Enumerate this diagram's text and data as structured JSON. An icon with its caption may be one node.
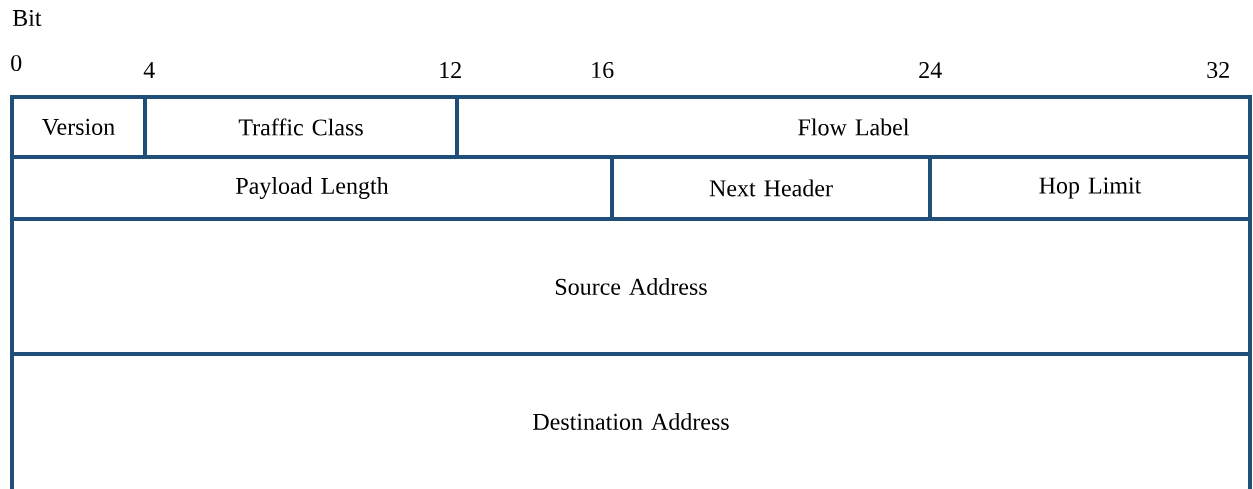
{
  "diagram": {
    "nodes": [
      {
        "text": [
          "Version"
        ]
      },
      {
        "text": [
          "Traffic Class"
        ]
      },
      {
        "text": [
          "Flow Label"
        ]
      },
      {
        "text": [
          "Payload Length"
        ]
      },
      {
        "text": [
          "Next Header"
        ]
      },
      {
        "text": [
          "Hop Limit"
        ]
      },
      {
        "text": [
          "Source Address"
        ]
      },
      {
        "text": [
          "Destination Address"
        ]
      }
    ],
    "labels": [
      "Bit",
      "0",
      "4",
      "12",
      "16",
      "24",
      "32"
    ]
  }
}
